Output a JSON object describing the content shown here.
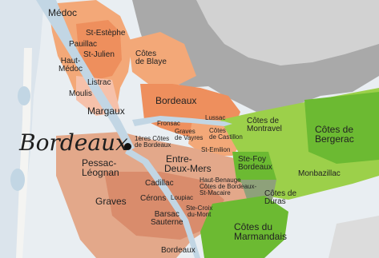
{
  "regions": {
    "medoc": "Médoc",
    "st_estephe": "St-Estèphe",
    "pauillac": "Pauillac",
    "st_julien": "St-Julien",
    "haut_medoc": [
      "Haut-",
      "Médoc"
    ],
    "listrac": "Listrac",
    "moulis": "Moulis",
    "margaux": "Margaux",
    "cotes_de_blaye": [
      "Côtes",
      "de Blaye"
    ],
    "bordeaux_north": "Bordeaux",
    "fronsac": "Fronsac",
    "lussac": "Lussac",
    "graves_de_vayres": [
      "Graves",
      "de Vayres"
    ],
    "cotes_de_castillon": [
      "Côtes",
      "de Castillon"
    ],
    "st_emilion": "St-Emilion",
    "premieres_cotes": [
      "1ères Côtes",
      "de Bordeaux"
    ],
    "cotes_de_montravel": [
      "Côtes de",
      "Montravel"
    ],
    "cotes_de_bergerac": [
      "Côtes de",
      "Bergerac"
    ],
    "pessac_leognan": [
      "Pessac-",
      "Léognan"
    ],
    "entre_deux_mers": [
      "Entre-",
      "Deux-Mers"
    ],
    "ste_foy_bordeaux": [
      "Ste-Foy",
      "Bordeaux"
    ],
    "monbazillac": "Monbazillac",
    "cadillac": "Cadillac",
    "haut_benauge": "Haut-Benauge",
    "cotes_de_bordeaux_st_macaire": [
      "Côtes de Bordeaux-",
      "St-Macaire"
    ],
    "graves": "Graves",
    "cerons": "Cérons",
    "loupiac": "Loupiac",
    "cotes_de_duras": [
      "Côtes de",
      "Duras"
    ],
    "ste_croix_du_mont": [
      "Ste-Croix",
      "du-Mont"
    ],
    "barsac_sauterne": [
      "Barsac",
      "Sauterne"
    ],
    "cotes_du_marmandais": [
      "Côtes du",
      "Marmandais"
    ],
    "bordeaux_south": "Bordeaux"
  },
  "city": {
    "name": "Bordeaux"
  },
  "colors": {
    "background": "#e9eef2",
    "sea_light": "#cdd9e3",
    "grey_land": "#a9a9a9",
    "river": "#c2d6e4",
    "bordeaux_orange": "#f3a878",
    "bordeaux_salmon": "#ee8f5d",
    "bordeaux_tan": "#e3a88a",
    "bordeaux_dark": "#d98c6c",
    "pink_light": "#f6c1aa",
    "lime": "#9cd04a",
    "green": "#6cba32",
    "grey_green": "#8ea17a",
    "frame": "#3b1a2c"
  }
}
